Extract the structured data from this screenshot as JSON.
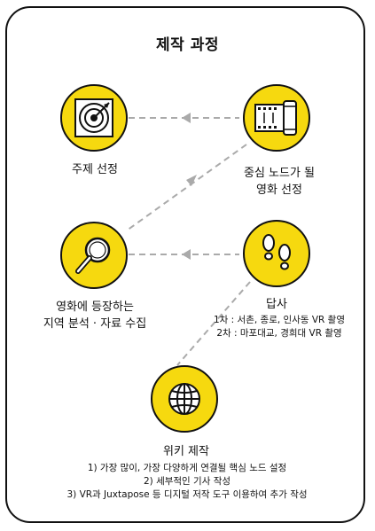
{
  "title": "제작 과정",
  "colors": {
    "circle_fill": "#f6d90f",
    "outline": "#111111",
    "connector": "#aaaaaa"
  },
  "steps": [
    {
      "label_lines": [
        "주제 선정"
      ],
      "icon": "target-icon"
    },
    {
      "label_lines": [
        "중심 노드가 될",
        "영화 선정"
      ],
      "icon": "film-roll-icon"
    },
    {
      "label_lines": [
        "영화에 등장하는",
        "지역 분석 · 자료 수집"
      ],
      "icon": "magnifier-icon"
    },
    {
      "label_lines": [
        "답사"
      ],
      "icon": "footprints-icon",
      "details": [
        "1차 : 서촌, 종로, 인사동 VR 촬영",
        "2차 : 마포대교, 경희대 VR 촬영"
      ]
    },
    {
      "label_lines": [
        "위키 제작"
      ],
      "icon": "globe-icon",
      "details": [
        "1) 가장 많이, 가장 다양하게 연결될 핵심 노드 설정",
        "2) 세부적인 기사 작성",
        "3) VR과 Juxtapose 등 디지털 저작 도구 이용하여 추가 작성"
      ]
    }
  ]
}
